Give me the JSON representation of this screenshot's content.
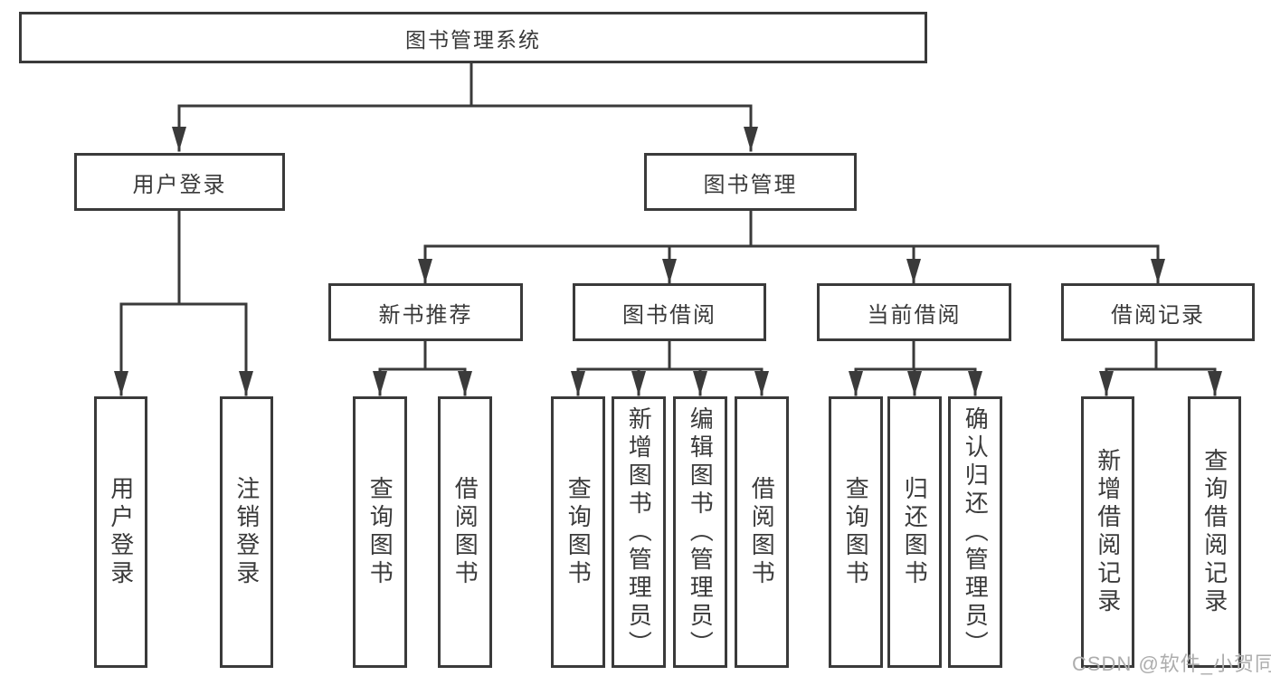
{
  "diagram": {
    "root": {
      "label": "图书管理系统"
    },
    "level1": [
      {
        "label": "用户登录",
        "leaves": [
          {
            "label": "用户登录"
          },
          {
            "label": "注销登录"
          }
        ]
      },
      {
        "label": "图书管理",
        "groups": [
          {
            "label": "新书推荐",
            "leaves": [
              {
                "label": "查询图书"
              },
              {
                "label": "借阅图书"
              }
            ]
          },
          {
            "label": "图书借阅",
            "leaves": [
              {
                "label": "查询图书"
              },
              {
                "label": "新增图书（管理员）"
              },
              {
                "label": "编辑图书（管理员）"
              },
              {
                "label": "借阅图书"
              }
            ]
          },
          {
            "label": "当前借阅",
            "leaves": [
              {
                "label": "查询图书"
              },
              {
                "label": "归还图书"
              },
              {
                "label": "确认归还（管理员）"
              }
            ]
          },
          {
            "label": "借阅记录",
            "leaves": [
              {
                "label": "新增借阅记录"
              },
              {
                "label": "查询借阅记录"
              }
            ]
          }
        ]
      }
    ]
  },
  "watermark": {
    "text": "CSDN @软件_小贺同学",
    "color": "#adadad"
  },
  "colors": {
    "background": "#ffffff",
    "line": "#3a3a3a",
    "border": "#3a3a3a",
    "text": "#3a3a3a"
  }
}
